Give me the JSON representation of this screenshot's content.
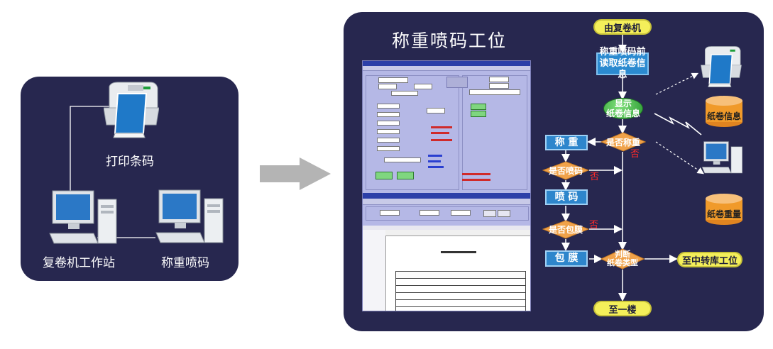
{
  "left_panel": {
    "printer_label": "打印条码",
    "workstation_label": "复卷机工作站",
    "weigh_label": "称重喷码"
  },
  "right_panel": {
    "title": "称重喷码工位"
  },
  "flow": {
    "start": "由复卷机",
    "read_info": "称重喷码前\n读取纸卷信息",
    "show_info": "显示\n纸卷信息",
    "q_weigh": "是否称重",
    "weigh": "称 重",
    "q_print": "是否喷码",
    "print": "喷 码",
    "q_wrap": "是否包膜",
    "wrap": "包 膜",
    "judge": "判断\n纸卷类型",
    "to_warehouse": "至中转库工位",
    "to_first_floor": "至一楼",
    "no_label": "否",
    "db_info": "纸卷信息",
    "db_weight": "纸卷重量"
  },
  "colors": {
    "panel": "#27274f",
    "pill": "#f4ef5a",
    "box": "#2b8ad0",
    "diamond": "#f0a24a",
    "arrow": "#ffffff",
    "no_text": "#ff2a2a",
    "database": "#f09a2a"
  },
  "icons": [
    "printer-icon",
    "computer-icon",
    "database-icon",
    "arrow-right-icon",
    "lightning-icon"
  ]
}
